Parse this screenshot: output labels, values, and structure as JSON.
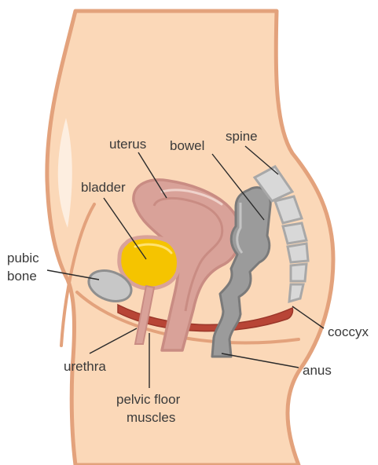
{
  "labels": {
    "uterus": "uterus",
    "bowel": "bowel",
    "spine": "spine",
    "bladder": "bladder",
    "pubic_bone_line1": "pubic",
    "pubic_bone_line2": "bone",
    "urethra": "urethra",
    "pelvic_floor_line1": "pelvic floor",
    "pelvic_floor_line2": "muscles",
    "coccyx": "coccyx",
    "anus": "anus"
  },
  "colors": {
    "skin": "#fbd8b8",
    "skin_outline": "#e3a27c",
    "uterus": "#d9a299",
    "uterus_outline": "#c98c83",
    "bladder": "#f5c400",
    "bowel": "#9b9b9b",
    "spine": "#d8d8d8",
    "pubic_bone": "#c7c7c7",
    "muscle": "#b84536"
  }
}
